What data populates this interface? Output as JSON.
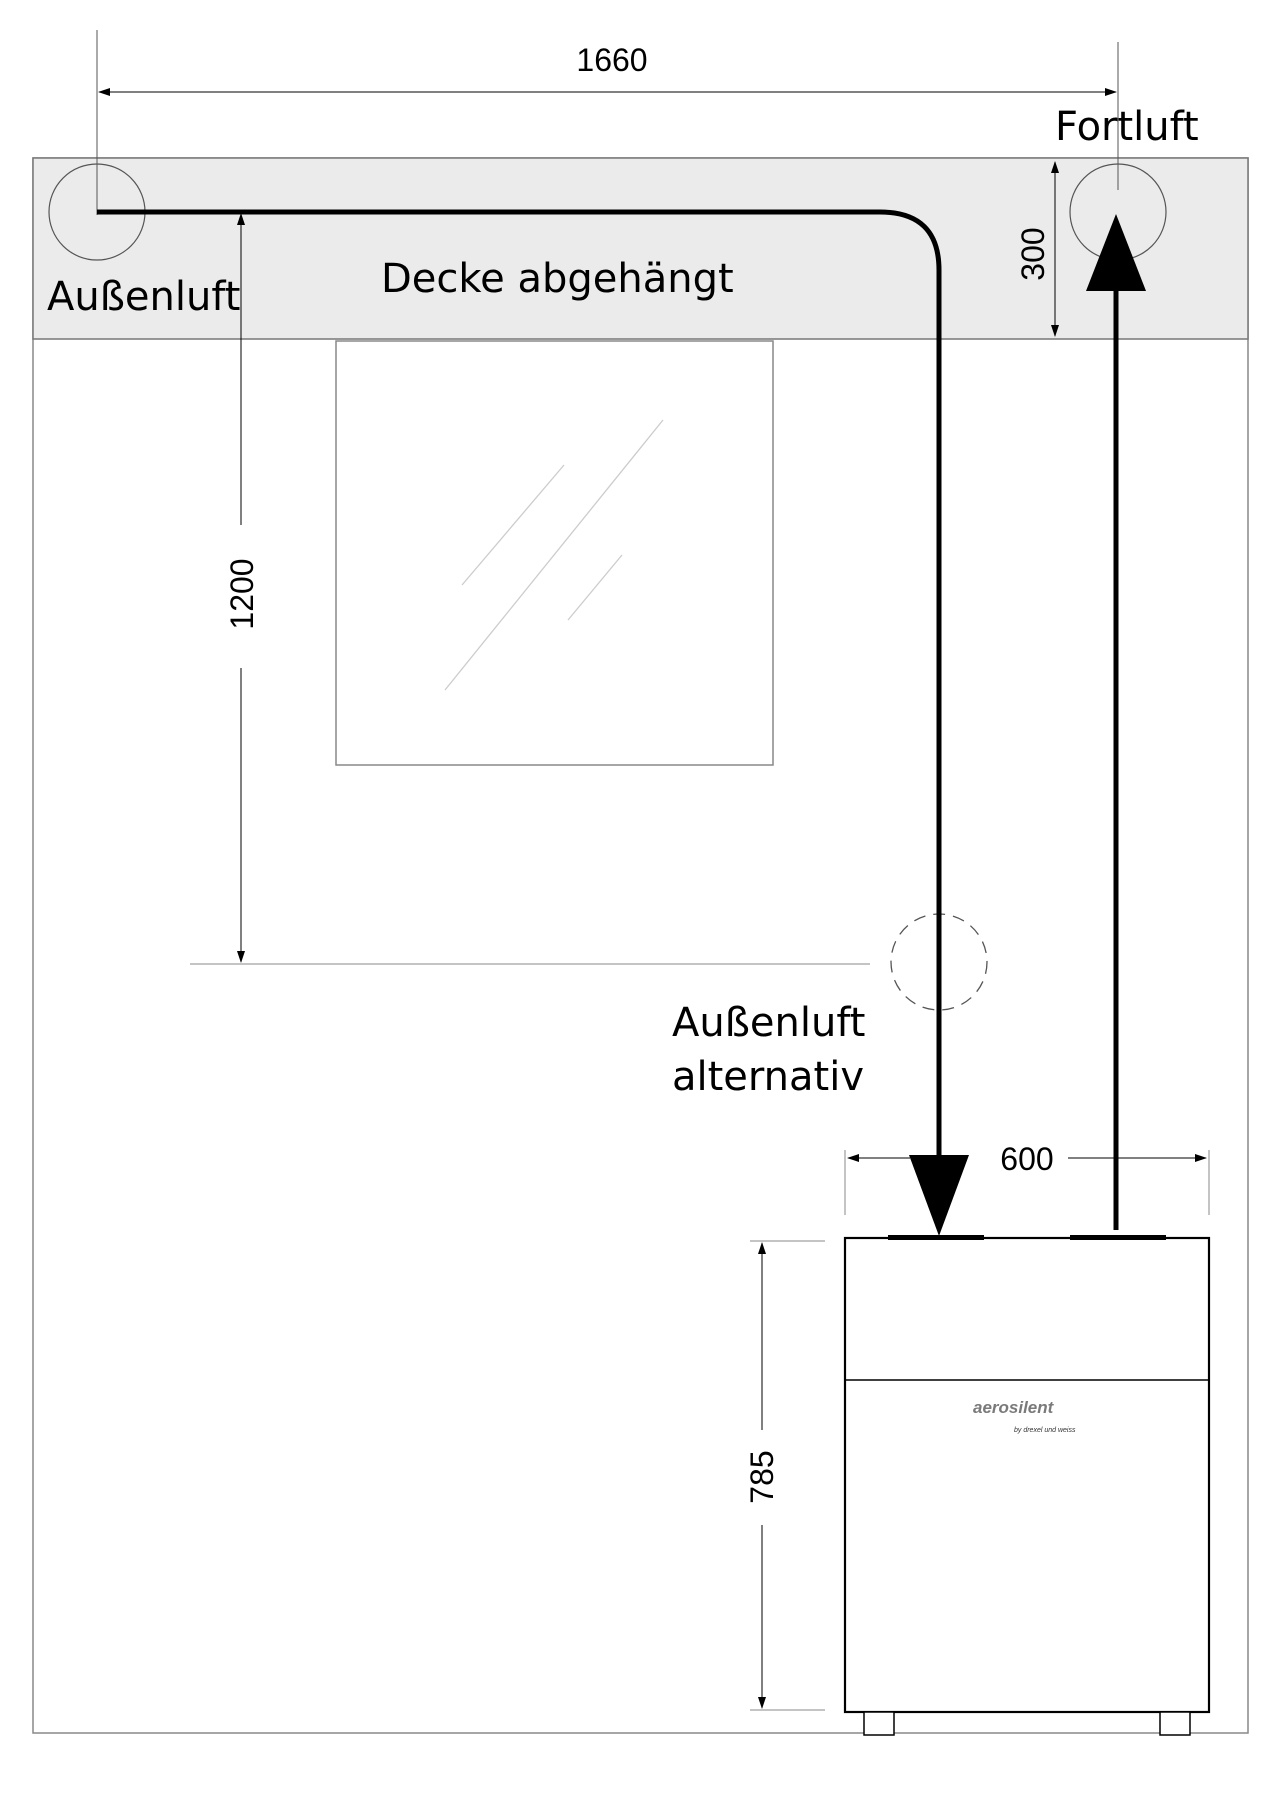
{
  "labels": {
    "outside_air": "Außenluft",
    "exhaust_air": "Fortluft",
    "ceiling": "Decke abgehängt",
    "outside_air_alt_line1": "Außenluft",
    "outside_air_alt_line2": "alternativ"
  },
  "dimensions": {
    "width_total": "1660",
    "ceiling_height": "300",
    "intake_height": "1200",
    "unit_width": "600",
    "unit_height": "785"
  },
  "unit": {
    "brand": "aerosilent",
    "brand_sub": "by drexel und weiss"
  },
  "colors": {
    "ceiling_fill": "#ebebeb",
    "line": "#000000",
    "thin_line": "#8a8a8a"
  }
}
